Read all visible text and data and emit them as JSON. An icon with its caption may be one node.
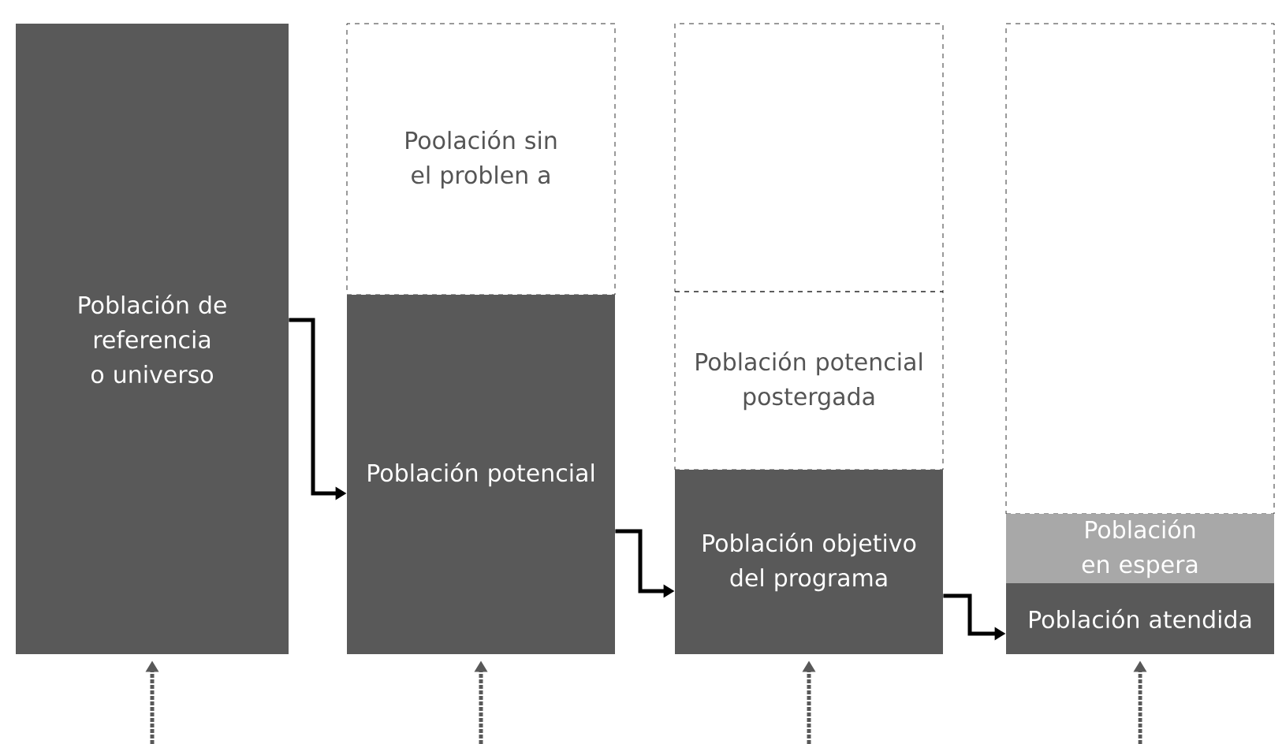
{
  "diagram": {
    "nodes": [
      {
        "text": [
          "Población de referencia o universo"
        ]
      },
      {
        "text": [
          "Poolación sin el problen a"
        ]
      },
      {
        "text": [
          "Población potencial"
        ]
      },
      {
        "text": [],
        "shape": "box"
      },
      {
        "text": [
          "Población potencial postergada"
        ]
      },
      {
        "text": [
          "Población objetivo del programa"
        ]
      },
      {
        "text": [],
        "shape": "box"
      },
      {
        "text": [
          "Población en espera"
        ]
      },
      {
        "text": [
          "Población atendida"
        ]
      }
    ],
    "edges": [
      {
        "from": 0,
        "to": 2,
        "arrow": "to"
      },
      {
        "from": 2,
        "to": 5,
        "arrow": "to"
      },
      {
        "from": 5,
        "to": 8,
        "arrow": "to"
      },
      {
        "from": null,
        "to": 0,
        "arrow": "to",
        "style": "dashed"
      },
      {
        "from": null,
        "to": 2,
        "arrow": "to",
        "style": "dashed"
      },
      {
        "from": null,
        "to": 5,
        "arrow": "to",
        "style": "dashed"
      },
      {
        "from": null,
        "to": 8,
        "arrow": "to",
        "style": "dashed"
      }
    ]
  }
}
